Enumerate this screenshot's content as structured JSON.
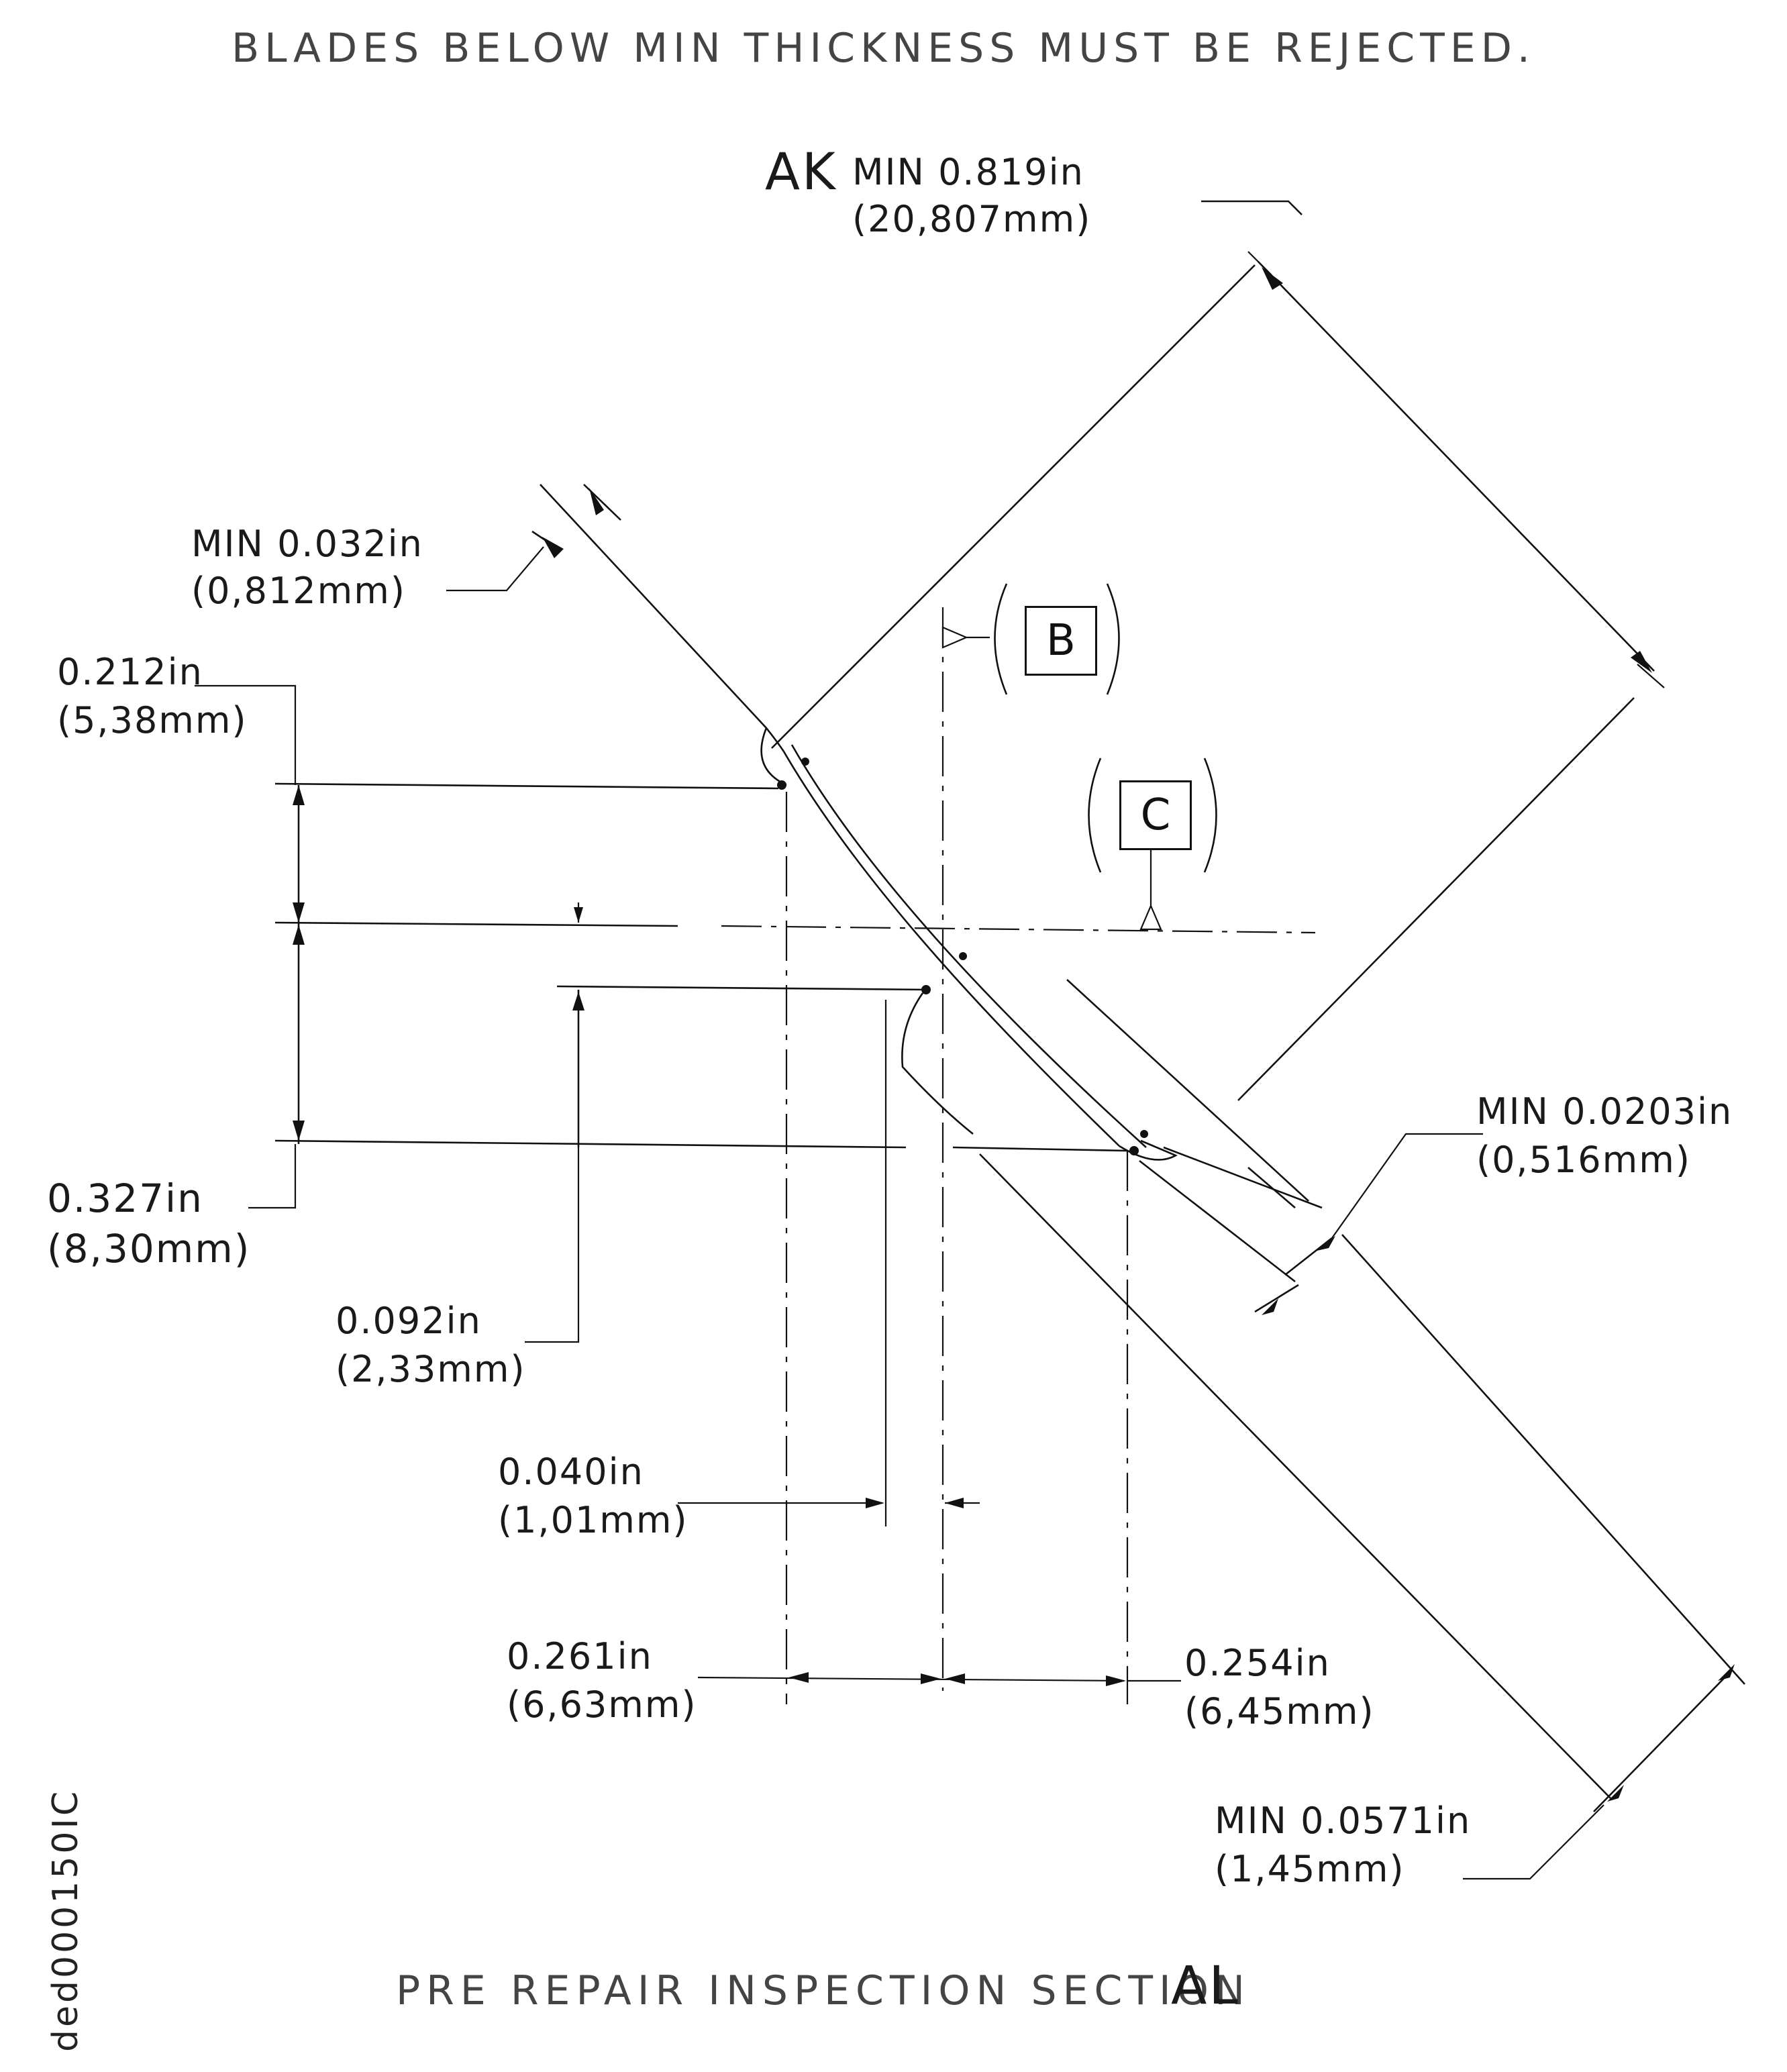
{
  "header_note": "BLADES BELOW MIN THICKNESS MUST BE REJECTED.",
  "footer_title": "PRE REPAIR INSPECTION SECTION",
  "footer_section": "AL",
  "drawing_id": "ded000150IC",
  "ak": {
    "tag": "AK",
    "line1": "MIN 0.819in",
    "line2": "(20,807mm)"
  },
  "datums": {
    "b": "B",
    "c": "C"
  },
  "dimensions": {
    "min_0032": {
      "line1": "MIN 0.032in",
      "line2": "(0,812mm)"
    },
    "d0212": {
      "line1": "0.212in",
      "line2": "(5,38mm)"
    },
    "d0327": {
      "line1": "0.327in",
      "line2": "(8,30mm)"
    },
    "d0092": {
      "line1": "0.092in",
      "line2": "(2,33mm)"
    },
    "d0040": {
      "line1": "0.040in",
      "line2": "(1,01mm)"
    },
    "d0261": {
      "line1": "0.261in",
      "line2": "(6,63mm)"
    },
    "d0254": {
      "line1": "0.254in",
      "line2": "(6,45mm)"
    },
    "min_00203": {
      "line1": "MIN 0.0203in",
      "line2": "(0,516mm)"
    },
    "min_00571": {
      "line1": "MIN 0.0571in",
      "line2": "(1,45mm)"
    }
  }
}
